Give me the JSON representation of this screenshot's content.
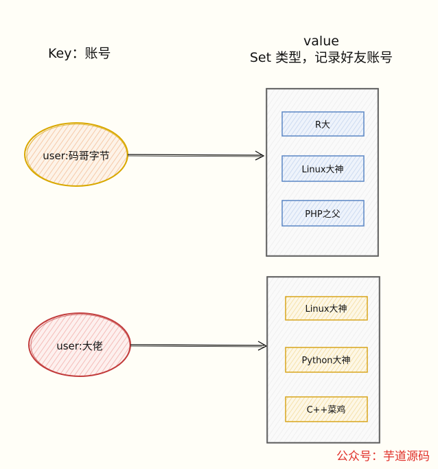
{
  "header": {
    "key_label": "Key：账号",
    "value_label": "value",
    "value_desc": "Set 类型，记录好友账号"
  },
  "sets": [
    {
      "key": "user:码哥字节",
      "key_fill": "#fde7d4",
      "key_stroke": "#d9a800",
      "item_fill": "#dbe7f7",
      "item_stroke": "#5a86c4",
      "members": [
        "R大",
        "Linux大神",
        "PHP之父"
      ]
    },
    {
      "key": "user:大佬",
      "key_fill": "#fbd9d9",
      "key_stroke": "#c23c3c",
      "item_fill": "#fcefcf",
      "item_stroke": "#d8a51c",
      "members": [
        "Linux大神",
        "Python大神",
        "C++菜鸡"
      ]
    }
  ],
  "watermark": "公众号：芋道源码",
  "colors": {
    "background": "#fffef7",
    "container_stroke": "#555555",
    "container_fill": "#f7f7f7",
    "arrow": "#111111",
    "watermark": "#e0302a"
  }
}
